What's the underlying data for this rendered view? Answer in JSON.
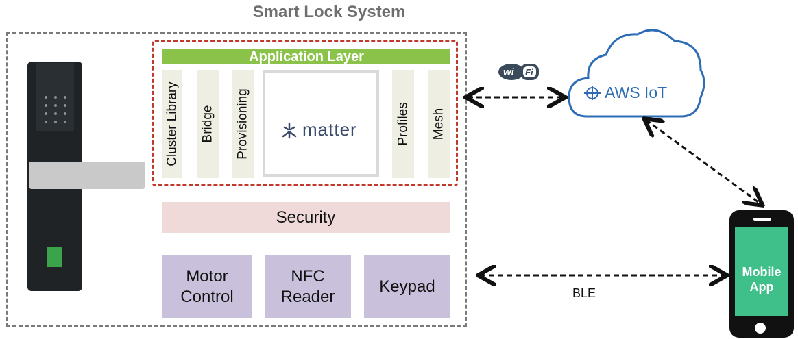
{
  "title": "Smart Lock System",
  "application_layer": {
    "label": "Application Layer",
    "columns": [
      "Cluster Library",
      "Bridge",
      "Provisioning",
      "Profiles",
      "Mesh"
    ],
    "matter_label": "matter"
  },
  "security_label": "Security",
  "hardware": [
    {
      "line1": "Motor",
      "line2": "Control"
    },
    {
      "line1": "NFC",
      "line2": "Reader"
    },
    {
      "line1": "Keypad",
      "line2": ""
    }
  ],
  "wifi_label": "wi Fi",
  "cloud_label": "AWS IoT",
  "phone": {
    "line1": "Mobile",
    "line2": "App"
  },
  "ble_label": "BLE",
  "colors": {
    "app_bar": "#8bc34a",
    "app_border": "#c0392b",
    "security": "#f0d9d9",
    "hardware": "#c9c1dc",
    "phone_screen": "#3fbf8a",
    "cloud": "#2d6db5"
  }
}
